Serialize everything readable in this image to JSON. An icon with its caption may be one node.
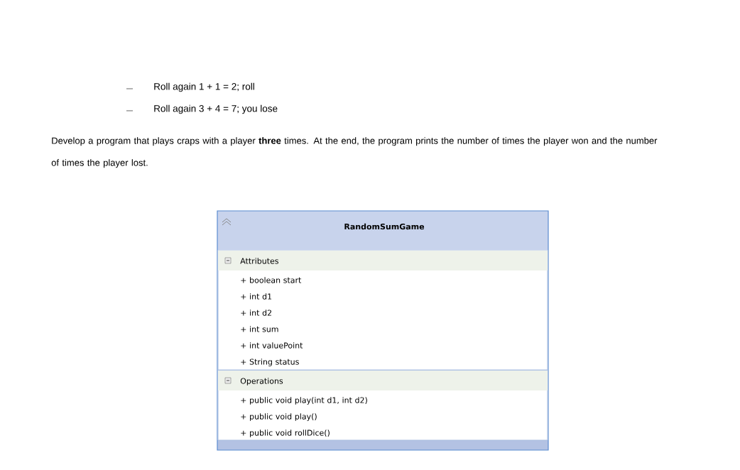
{
  "diagram": {
    "nodes": [
      {
        "text": [
          "RandomSumGame"
        ]
      },
      {
        "text": [
          "Attributes",
          "+ boolean start",
          "+ int d1",
          "+ int d2",
          "+ int sum",
          "+ int valuePoint",
          "+ String status"
        ],
        "in": 0
      },
      {
        "text": [
          "Operations",
          "+ public void play(int d1, int d2)",
          "+ public void play()",
          "+ public void rollDice()"
        ],
        "in": 0
      }
    ],
    "labels": [
      "Roll again 1 + 1 = 2; roll",
      "Roll again 3 + 4 = 7; you lose",
      "Develop a program that plays craps with a player **three** times. At the end, the program prints the number of times the player won and the number of times the player lost."
    ]
  }
}
